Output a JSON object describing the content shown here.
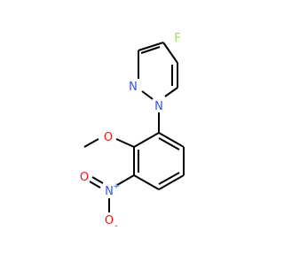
{
  "molecule": {
    "atoms": {
      "fluorine": "F",
      "pyrazole_n2": "N",
      "pyrazole_n1": "N",
      "methoxy_oxygen": "O",
      "nitro_nitrogen": "N",
      "nitro_n_charge": "+",
      "nitro_oxygen_top": "O",
      "nitro_oxygen_bottom": "O",
      "nitro_o_charge": "-"
    },
    "colors": {
      "bond": "#000000",
      "fluorine": "#90e050",
      "nitrogen": "#3050f8",
      "oxygen": "#ff0d0d"
    }
  }
}
